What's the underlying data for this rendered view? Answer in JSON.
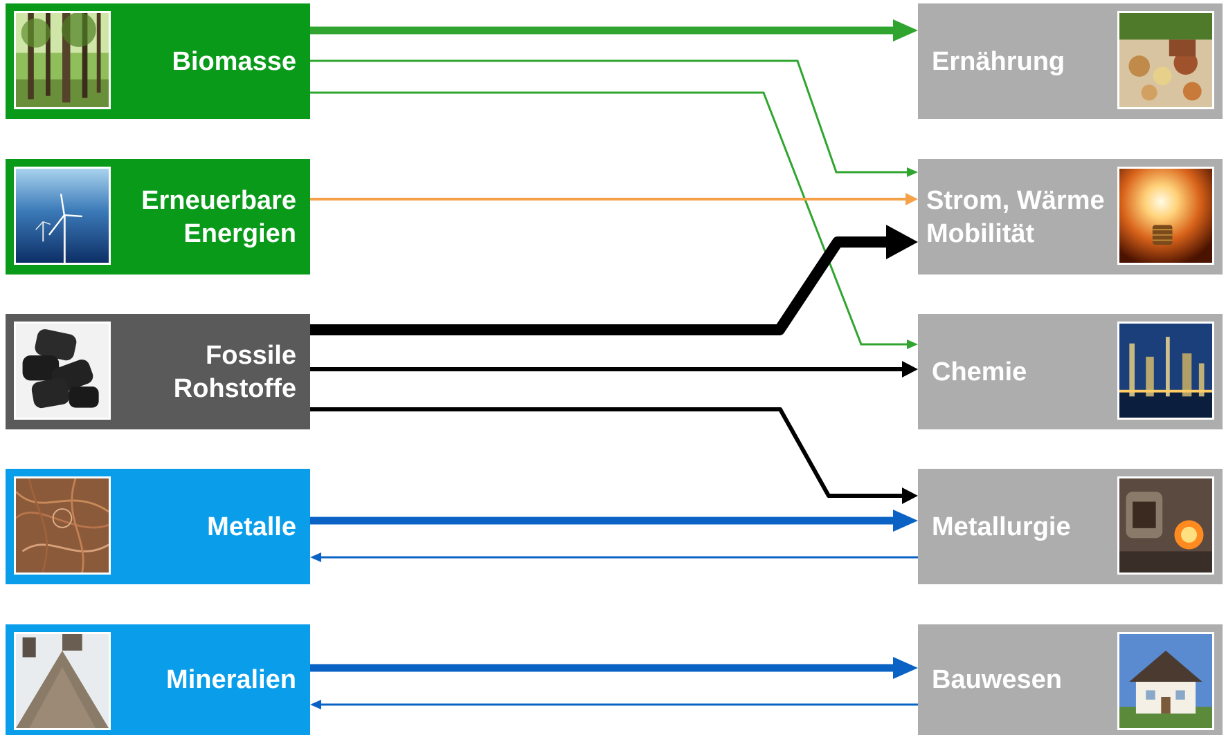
{
  "sources": {
    "biomasse": "Biomasse",
    "erneuerbare": [
      "Erneuerbare",
      "Energien"
    ],
    "fossile": [
      "Fossile",
      "Rohstoffe"
    ],
    "metalle": "Metalle",
    "mineralien": "Mineralien"
  },
  "targets": {
    "ernaehrung": "Ernährung",
    "strom": [
      "Strom, Wärme",
      "Mobilität"
    ],
    "chemie": "Chemie",
    "metallurgie": "Metallurgie",
    "bauwesen": "Bauwesen"
  },
  "colors": {
    "green_box": "#0a9a1a",
    "fossil_box": "#5a5a5a",
    "blue_box": "#0a9eea",
    "target_box": "#adadad",
    "green_flow": "#2fa52f",
    "orange_flow": "#f4a14a",
    "black_flow": "#000000",
    "blue_flow": "#0a63c4"
  },
  "flows": [
    {
      "from": "Biomasse",
      "to": "Ernährung",
      "color": "green_flow",
      "weight": "thick"
    },
    {
      "from": "Biomasse",
      "to": "Strom, Wärme Mobilität",
      "color": "green_flow",
      "weight": "thin"
    },
    {
      "from": "Biomasse",
      "to": "Chemie",
      "color": "green_flow",
      "weight": "thin"
    },
    {
      "from": "Erneuerbare Energien",
      "to": "Strom, Wärme Mobilität",
      "color": "orange_flow",
      "weight": "thin"
    },
    {
      "from": "Fossile Rohstoffe",
      "to": "Strom, Wärme Mobilität",
      "color": "black_flow",
      "weight": "very-thick"
    },
    {
      "from": "Fossile Rohstoffe",
      "to": "Chemie",
      "color": "black_flow",
      "weight": "medium"
    },
    {
      "from": "Fossile Rohstoffe",
      "to": "Metallurgie",
      "color": "black_flow",
      "weight": "medium"
    },
    {
      "from": "Metalle",
      "to": "Metallurgie",
      "color": "blue_flow",
      "weight": "thick"
    },
    {
      "from": "Metallurgie",
      "to": "Metalle",
      "color": "blue_flow",
      "weight": "thin"
    },
    {
      "from": "Mineralien",
      "to": "Bauwesen",
      "color": "blue_flow",
      "weight": "thick"
    },
    {
      "from": "Bauwesen",
      "to": "Mineralien",
      "color": "blue_flow",
      "weight": "thin"
    }
  ],
  "icons": [
    "forest-photo-icon",
    "wind-turbine-photo-icon",
    "charcoal-briquettes-photo-icon",
    "scrap-copper-photo-icon",
    "gravel-pile-photo-icon",
    "food-photo-icon",
    "light-bulb-photo-icon",
    "refinery-photo-icon",
    "steel-mill-photo-icon",
    "house-photo-icon"
  ]
}
